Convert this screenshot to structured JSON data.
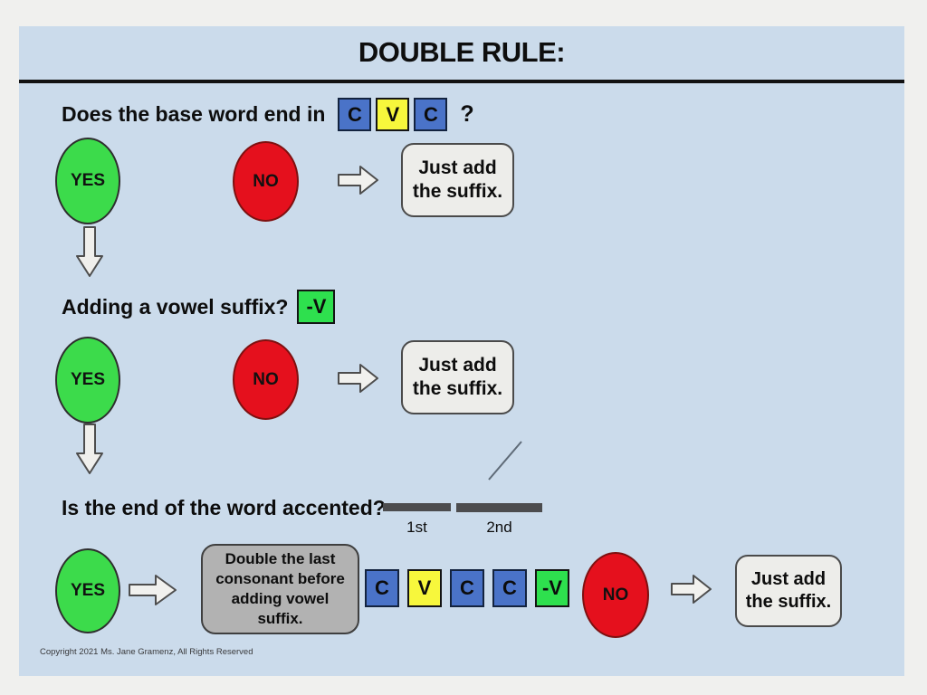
{
  "slide": {
    "title": "DOUBLE RULE:",
    "copyright": "Copyright 2021 Ms. Jane Gramenz, All Rights Reserved"
  },
  "labels": {
    "yes": "YES",
    "no": "NO",
    "question_mark": "?"
  },
  "step1": {
    "question": "Does the base word end in",
    "pattern": [
      {
        "letter": "C",
        "color": "blue"
      },
      {
        "letter": "V",
        "color": "yellow"
      },
      {
        "letter": "C",
        "color": "blue"
      }
    ],
    "result": {
      "line1": "Just add",
      "line2": "the suffix."
    }
  },
  "step2": {
    "question": "Adding a vowel suffix?",
    "suffix_chip": "-V",
    "result": {
      "line1": "Just add",
      "line2": "the suffix."
    }
  },
  "step3": {
    "question": "Is the end of the word accented?",
    "syllable_first": "1st",
    "syllable_second": "2nd",
    "yes_action": {
      "line1": "Double the last",
      "line2": "consonant before",
      "line3": "adding vowel",
      "line4": "suffix."
    },
    "pattern": [
      {
        "letter": "C",
        "color": "blue"
      },
      {
        "letter": "V",
        "color": "yellow"
      },
      {
        "letter": "C",
        "color": "blue"
      },
      {
        "letter": "C",
        "color": "blue"
      },
      {
        "letter": "-V",
        "color": "green"
      }
    ],
    "result": {
      "line1": "Just add",
      "line2": "the suffix."
    }
  },
  "colors": {
    "background": "#f0f0ee",
    "slide": "#cbdbeb",
    "yes": "#3cdb4b",
    "no": "#e5101d",
    "blue_box": "#4a73c8",
    "yellow_box": "#f7f73c",
    "green_box": "#2ee04e",
    "gray_box": "#b2b2b2",
    "result_box": "#ededea"
  }
}
